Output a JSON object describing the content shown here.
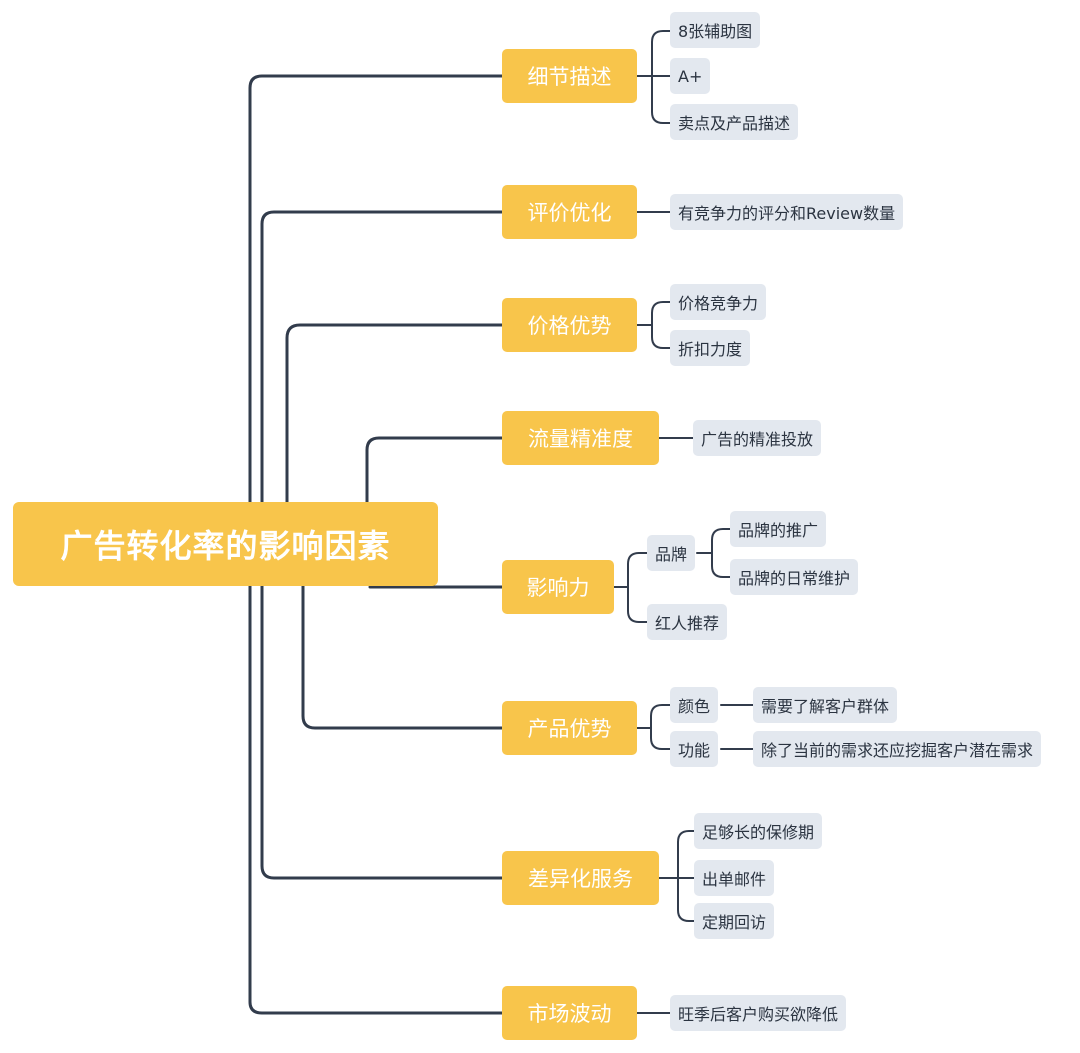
{
  "root": "广告转化率的影响因素",
  "branches": [
    {
      "label": "细节描述",
      "children": [
        "8张辅助图",
        "A+",
        "卖点及产品描述"
      ]
    },
    {
      "label": "评价优化",
      "children": [
        "有竞争力的评分和Review数量"
      ]
    },
    {
      "label": "价格优势",
      "children": [
        "价格竞争力",
        "折扣力度"
      ]
    },
    {
      "label": "流量精准度",
      "children": [
        "广告的精准投放"
      ]
    },
    {
      "label": "影响力",
      "children": [
        "品牌",
        "红人推荐"
      ],
      "brand_children": [
        "品牌的推广",
        "品牌的日常维护"
      ]
    },
    {
      "label": "产品优势",
      "children": [
        "颜色",
        "功能"
      ],
      "color_child": "需要了解客户群体",
      "function_child": "除了当前的需求还应挖掘客户潜在需求"
    },
    {
      "label": "差异化服务",
      "children": [
        "足够长的保修期",
        "出单邮件",
        "定期回访"
      ]
    },
    {
      "label": "市场波动",
      "children": [
        "旺季后客户购买欲降低"
      ]
    }
  ],
  "colors": {
    "node": "#f8c54b",
    "leaf": "#e3e8ef",
    "line": "#323c4c"
  }
}
